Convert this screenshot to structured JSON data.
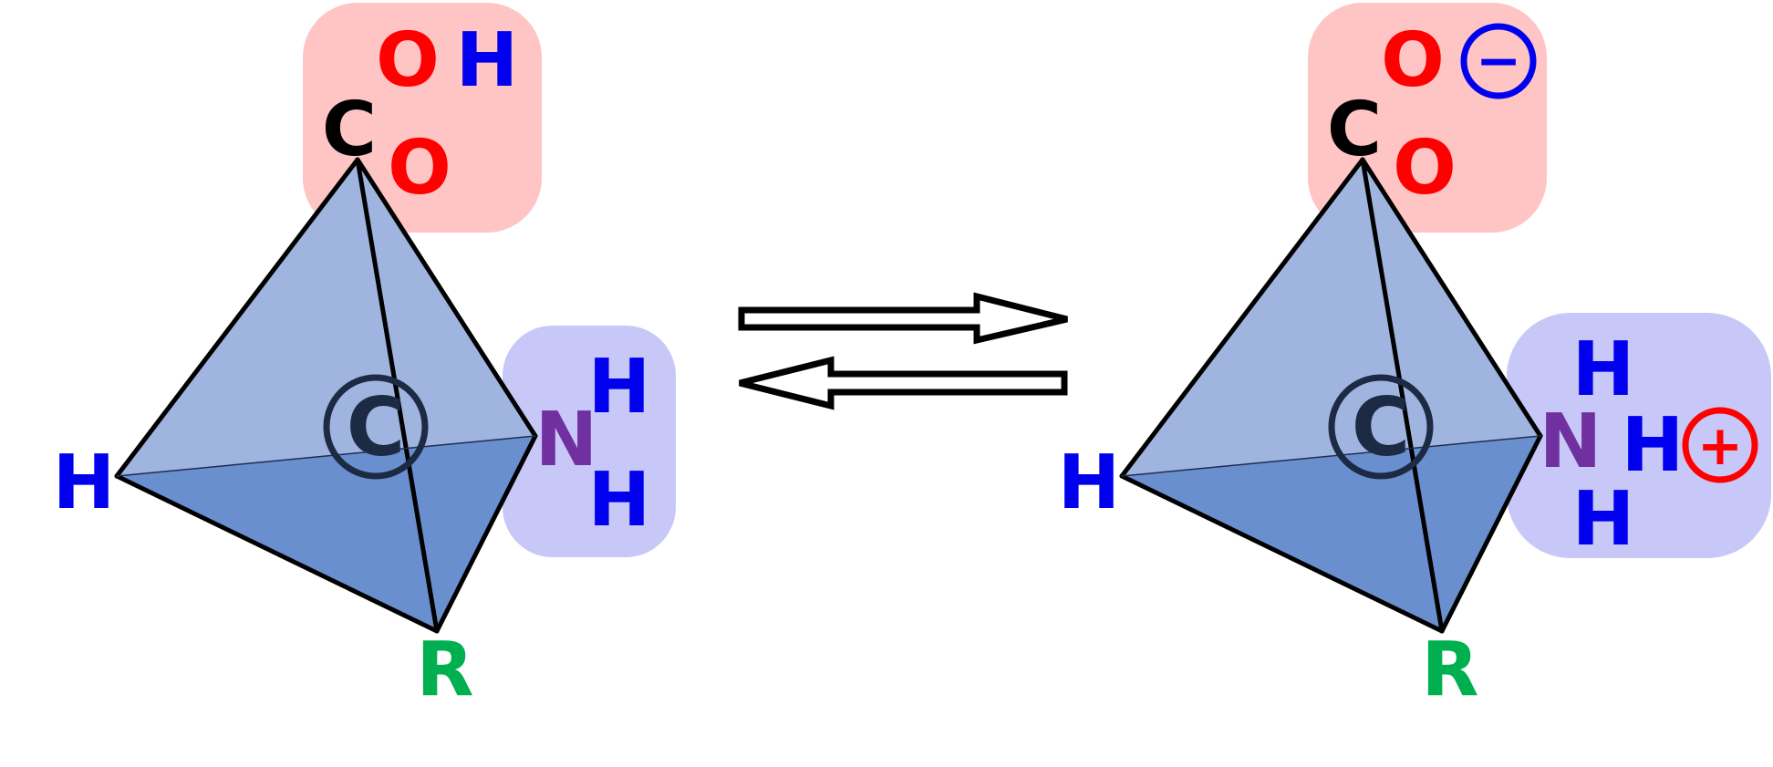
{
  "colors": {
    "background": "#ffffff",
    "carboxyl_box": "#ffc4c4",
    "amino_box": "#c7c7f8",
    "tetra_light": "#9fb4de",
    "tetra_dark": "#6a8fcf",
    "edge": "#000000",
    "black": "#000000",
    "oxygen_red": "#ff0000",
    "hydrogen_blue": "#0000ee",
    "nitrogen_purple": "#7030a0",
    "r_green": "#00b050",
    "center_dark": "#1c2a44"
  },
  "neutral_form": {
    "carboxyl_group": {
      "c": "C",
      "o_top": "O",
      "h_top": "H",
      "o_bottom": "O"
    },
    "amino_group": {
      "n": "N",
      "h_top": "H",
      "h_bottom": "H"
    },
    "alpha_carbon": "C",
    "hydrogen": "H",
    "side_chain": "R"
  },
  "zwitterion_form": {
    "carboxyl_group": {
      "c": "C",
      "o_top": "O",
      "o_bottom": "O",
      "charge": "−"
    },
    "amino_group": {
      "n": "N",
      "h_top": "H",
      "h_middle": "H",
      "h_bottom": "H",
      "charge": "+"
    },
    "alpha_carbon": "C",
    "hydrogen": "H",
    "side_chain": "R"
  },
  "equilibrium": {
    "forward_arrow_icon": "right-hollow-arrow",
    "reverse_arrow_icon": "left-hollow-arrow"
  }
}
